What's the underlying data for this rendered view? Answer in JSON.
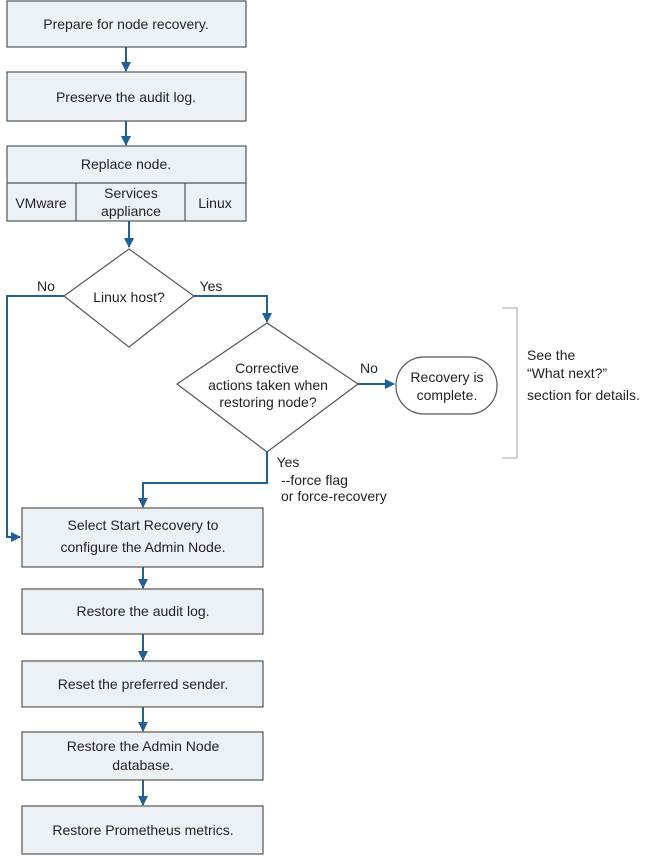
{
  "steps": {
    "prepare": "Prepare for node recovery.",
    "preserve_audit": "Preserve the audit log.",
    "replace_node": "Replace node.",
    "select_start_1": "Select Start Recovery to",
    "select_start_2": "configure the Admin Node.",
    "restore_audit": "Restore the audit log.",
    "reset_sender": "Reset the preferred sender.",
    "restore_db_1": "Restore the Admin Node",
    "restore_db_2": "database.",
    "restore_prom": "Restore Prometheus metrics."
  },
  "platforms": {
    "vmware": "VMware",
    "services_1": "Services",
    "services_2": "appliance",
    "linux": "Linux"
  },
  "decisions": {
    "linux_host": "Linux host?",
    "corrective_1": "Corrective",
    "corrective_2": "actions taken when",
    "corrective_3": "restoring node?"
  },
  "labels": {
    "no_left": "No",
    "yes_right": "Yes",
    "no_corrective": "No",
    "yes_corrective": "Yes",
    "force_1": "--force flag",
    "force_2": "or force-recovery"
  },
  "terminal": {
    "line1": "Recovery is",
    "line2": "complete."
  },
  "note": {
    "line1": "See the",
    "line2": "“What next?”",
    "line3": "section for details."
  },
  "colors": {
    "flow_line": "#21619a",
    "box_fill": "#ecf1f6",
    "box_stroke": "#555555",
    "text": "#231f20",
    "bracket": "#b8b8b8"
  }
}
